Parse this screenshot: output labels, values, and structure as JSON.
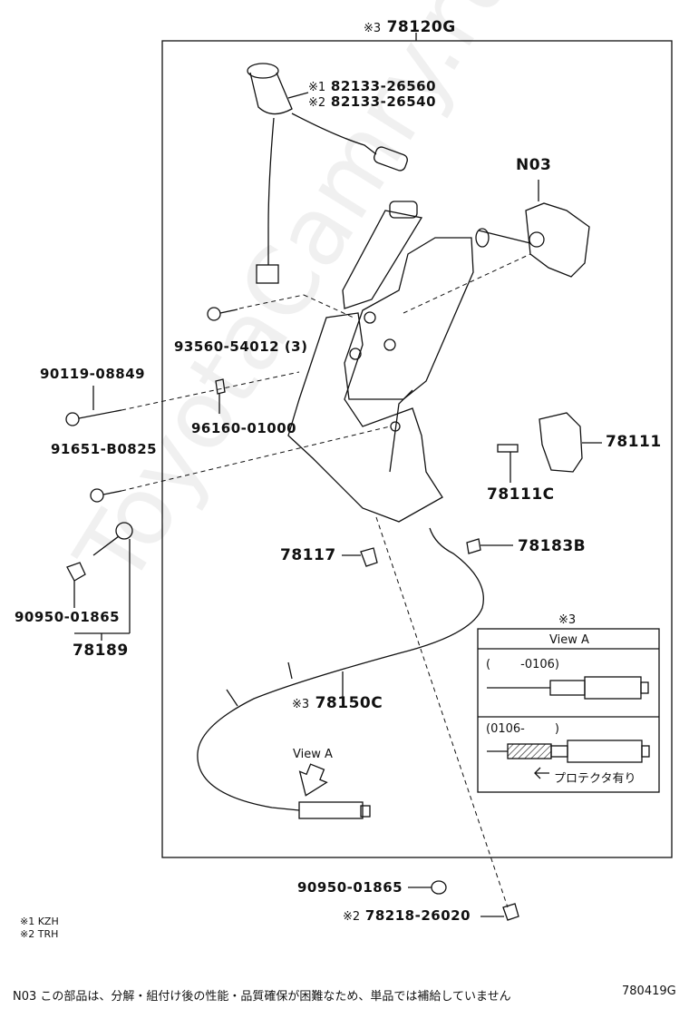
{
  "watermark": "ToyotaCamry.ru",
  "main_frame": {
    "part_number": "78120G",
    "note_mark": "※3"
  },
  "callouts": {
    "n03": "N03",
    "switch_a_mark": "※1",
    "switch_a": "82133-26560",
    "switch_b_mark": "※2",
    "switch_b": "82133-26540",
    "bolt_93560": "93560-54012 (3)",
    "bolt_90119": "90119-08849",
    "clip_96160": "96160-01000",
    "bolt_91651": "91651-B0825",
    "pad_78111": "78111",
    "pad_78111c": "78111C",
    "stopper_78117": "78117",
    "clamp_78183b": "78183B",
    "nut_90950_a": "90950-01865",
    "set_78189": "78189",
    "cable_mark": "※3",
    "cable_78150c": "78150C",
    "view_a_arrow": "View A",
    "cap_90950_b": "90950-01865",
    "bracket_mark": "※2",
    "bracket_78218": "78218-26020"
  },
  "view_a_box": {
    "note_mark": "※3",
    "title": "View A",
    "row1_label": "(        -0106)",
    "row2_label": "(0106-        )",
    "protector_note": "プロテクタ有り"
  },
  "legend": [
    {
      "mark": "※1",
      "code": "KZH"
    },
    {
      "mark": "※2",
      "code": "TRH"
    }
  ],
  "footer": {
    "note": "N03  この部品は、分解・組付け後の性能・品質確保が困難なため、単品では補給していません",
    "figure_id": "780419G"
  }
}
